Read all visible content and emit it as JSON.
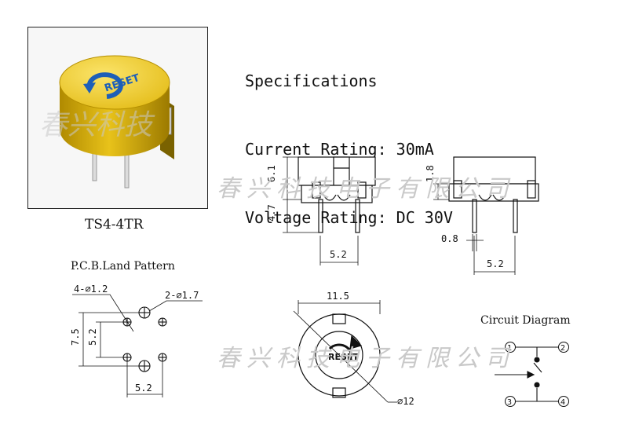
{
  "product": {
    "model": "TS4-4TR",
    "cap_text": "RESET",
    "watermark_photo": "春兴科技",
    "cap_color": "#e8c21a",
    "arrow_color": "#1d5fb8"
  },
  "specs": {
    "title": "Specifications",
    "current": "Current Rating: 30mA",
    "voltage": "Voltage Rating: DC 30V"
  },
  "watermark_company": "春兴科技电子有限公司",
  "front_view": {
    "dim_height_top": "6.1",
    "dim_height_bottom": "4.7",
    "dim_pin_spacing": "5.2"
  },
  "side_view": {
    "dim_height": "1.8",
    "dim_pin_width": "0.8",
    "dim_pin_spacing": "5.2"
  },
  "pcb": {
    "title": "P.C.B.Land Pattern",
    "hole_small": "4-⌀1.2",
    "hole_large": "2-⌀1.7",
    "dim_outer": "7.5",
    "dim_inner": "5.2",
    "dim_horizontal": "5.2"
  },
  "top_view": {
    "dim_width": "11.5",
    "dim_diameter": "⌀12",
    "cap_text": "RESET"
  },
  "circuit": {
    "title": "Circuit Diagram",
    "pins": [
      "1",
      "2",
      "3",
      "4"
    ]
  }
}
